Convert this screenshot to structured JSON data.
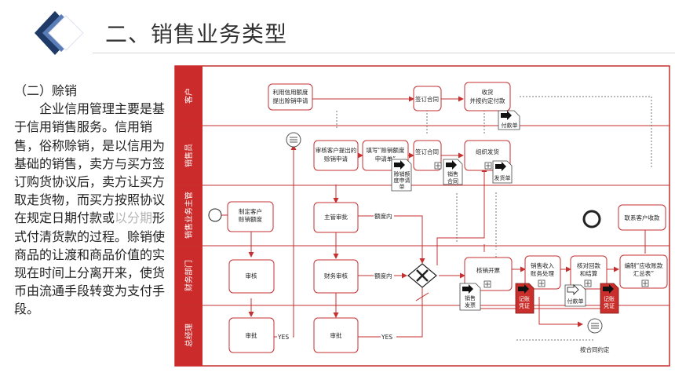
{
  "page": {
    "title": "二、销售业务类型",
    "section_heading": "（二）赊销",
    "body_part1": "企业信用管理主要是基于信用销售服务。信用销售，俗称赊销，是以信用为基础的销售，卖方与买方签订购货协议后，卖方让买方取走货物，而买方按照协议在规定日期付款或",
    "body_faded": "以分期",
    "body_part2": "形式付清货款的过程。赊销使商品的让渡和商品价值的实现在时间上分离开来，使货币由流通手段转变为支付手段。"
  },
  "diagram": {
    "lanes": [
      "客户",
      "销售员",
      "销售业务主管",
      "财务部门",
      "总经理"
    ],
    "nodes": {
      "apply": [
        "利用信用额度",
        "提出赊销申请"
      ],
      "sign_customer": [
        "签订合同"
      ],
      "receive": [
        "收货",
        "并按约定付款"
      ],
      "review_apply": [
        "审核客户提出的",
        "赊销申请"
      ],
      "fill_form": [
        "填写“赊销额度",
        "申请单”"
      ],
      "sign_sales": [
        "签订合同"
      ],
      "organize": [
        "组织发货"
      ],
      "set_limit": [
        "制定客户",
        "赊销额度"
      ],
      "mgr_approve": [
        "主管审批"
      ],
      "contact": [
        "联系客户收款"
      ],
      "fin_audit": [
        "审核"
      ],
      "fin_review": [
        "财务审核"
      ],
      "invoice": [
        "核销开票"
      ],
      "sales_proc": [
        "销售收入",
        "账务处理"
      ],
      "reconcile": [
        "核对回款",
        "和结算"
      ],
      "prepare": [
        "编制“应收账款",
        "汇总表”"
      ],
      "gm_approve_1": [
        "审批"
      ],
      "gm_approve_2": [
        "审批"
      ]
    },
    "docs": {
      "payment_slip": [
        "付款单"
      ],
      "credit_form": [
        "赊销额",
        "度申请",
        "单"
      ],
      "contract": [
        "销售",
        "合同"
      ],
      "delivery": [
        "发货单"
      ],
      "sales_invoice": [
        "销售",
        "发票"
      ],
      "voucher_1": [
        "记账",
        "凭证"
      ],
      "payment_slip_2": [
        "付款单"
      ],
      "voucher_2": [
        "记账",
        "凭证"
      ]
    },
    "labels": {
      "within_limit_1": "额度内",
      "within_limit_2": "额度内",
      "yes_1": "YES",
      "yes_2": "YES",
      "per_contract": "按合同约定"
    },
    "colors": {
      "lane_header": "#cc2b2b",
      "red_line": "#c53030",
      "box_border": "#c53030",
      "dark_doc": "#c9302c",
      "dotted": "#777777"
    }
  }
}
